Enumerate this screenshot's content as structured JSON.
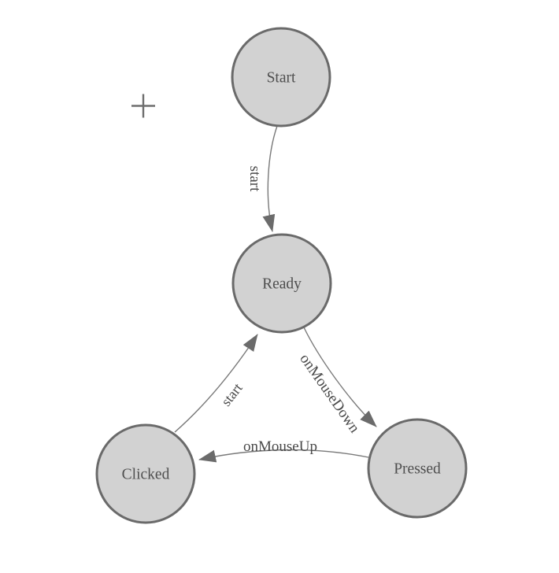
{
  "canvas": {
    "width": "710",
    "height": "728",
    "background": "#ffffff",
    "cursor_icon": "crosshair"
  },
  "colors": {
    "node_fill": "#d2d2d2",
    "node_stroke": "#6a6a6a",
    "edge_line": "#797979",
    "arrowhead": "#6b6b6b",
    "node_text": "#4f4f4f",
    "edge_text": "#494949",
    "cursor": "#6e6e6e"
  },
  "nodes": [
    {
      "id": "start",
      "label": "Start"
    },
    {
      "id": "ready",
      "label": "Ready"
    },
    {
      "id": "clicked",
      "label": "Clicked"
    },
    {
      "id": "pressed",
      "label": "Pressed"
    }
  ],
  "edges": [
    {
      "from": "Start",
      "to": "Ready",
      "label": "start"
    },
    {
      "from": "Ready",
      "to": "Pressed",
      "label": "onMouseDown"
    },
    {
      "from": "Pressed",
      "to": "Clicked",
      "label": "onMouseUp"
    },
    {
      "from": "Clicked",
      "to": "Ready",
      "label": "start"
    }
  ]
}
